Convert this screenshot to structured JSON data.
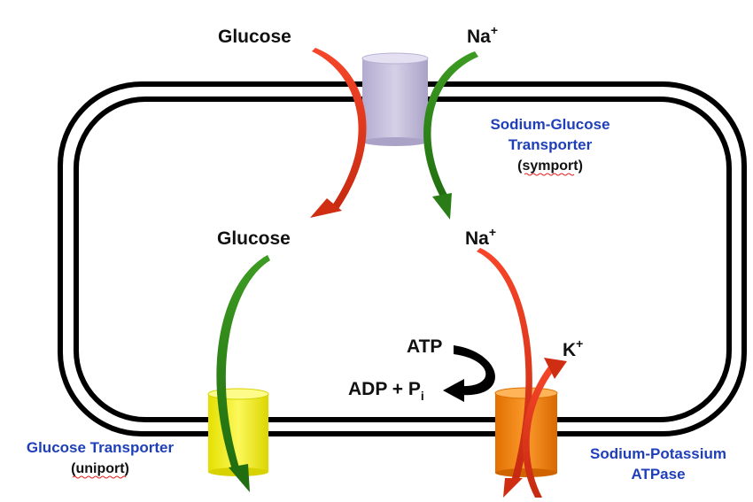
{
  "labels": {
    "glucose_outside": "Glucose",
    "na_outside": "Na",
    "na_outside_sup": "+",
    "glucose_inside": "Glucose",
    "na_inside": "Na",
    "na_inside_sup": "+",
    "atp": "ATP",
    "adp": "ADP + P",
    "adp_sub": "i",
    "k": "K",
    "k_sup": "+"
  },
  "transporters": {
    "sglt": {
      "line1": "Sodium-Glucose",
      "line2": "Transporter",
      "line3": "(symport)"
    },
    "glut": {
      "line1": "Glucose Transporter",
      "line2": "(uniport)"
    },
    "nak": {
      "line1": "Sodium-Potassium",
      "line2": "ATPase"
    }
  },
  "colors": {
    "sglt": "#c9c3de",
    "glut": "#f4f020",
    "nak": "#f2800c",
    "red_arrow": "#e03418",
    "green_arrow": "#2f8a1a",
    "membrane": "#000000",
    "blue_text": "#1f3fb8"
  }
}
